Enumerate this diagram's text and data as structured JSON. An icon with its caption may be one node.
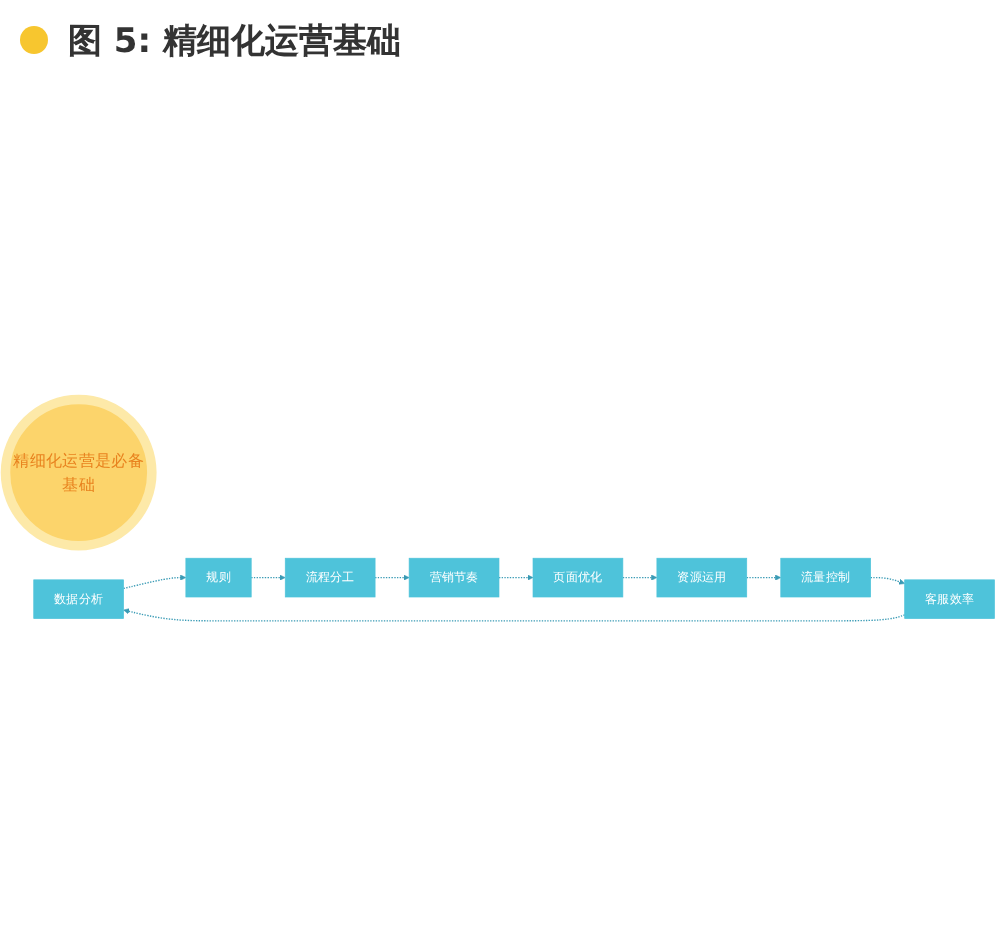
{
  "diagram": {
    "title": "图 5: 精细化运营基础",
    "nodes": [
      {
        "text": [
          "精细化运营是必备基础"
        ]
      },
      {
        "text": [
          "数据分析"
        ]
      },
      {
        "text": [
          "规则"
        ]
      },
      {
        "text": [
          "流程分工"
        ]
      },
      {
        "text": [
          "营销节奏"
        ]
      },
      {
        "text": [
          "页面优化"
        ]
      },
      {
        "text": [
          "资源运用"
        ]
      },
      {
        "text": [
          "流量控制"
        ]
      },
      {
        "text": [
          "客服效率"
        ]
      }
    ],
    "edges": [
      {
        "from": 1,
        "to": 2,
        "arrow": "to",
        "style": "dashed"
      },
      {
        "from": 2,
        "to": 3,
        "arrow": "to",
        "style": "dashed"
      },
      {
        "from": 3,
        "to": 4,
        "arrow": "to",
        "style": "dashed"
      },
      {
        "from": 4,
        "to": 5,
        "arrow": "to",
        "style": "dashed"
      },
      {
        "from": 5,
        "to": 6,
        "arrow": "to",
        "style": "dashed"
      },
      {
        "from": 6,
        "to": 7,
        "arrow": "to",
        "style": "dashed"
      },
      {
        "from": 7,
        "to": 8,
        "arrow": "to",
        "style": "dashed"
      },
      {
        "from": 8,
        "to": 1,
        "arrow": "to",
        "style": "dashed"
      }
    ]
  }
}
